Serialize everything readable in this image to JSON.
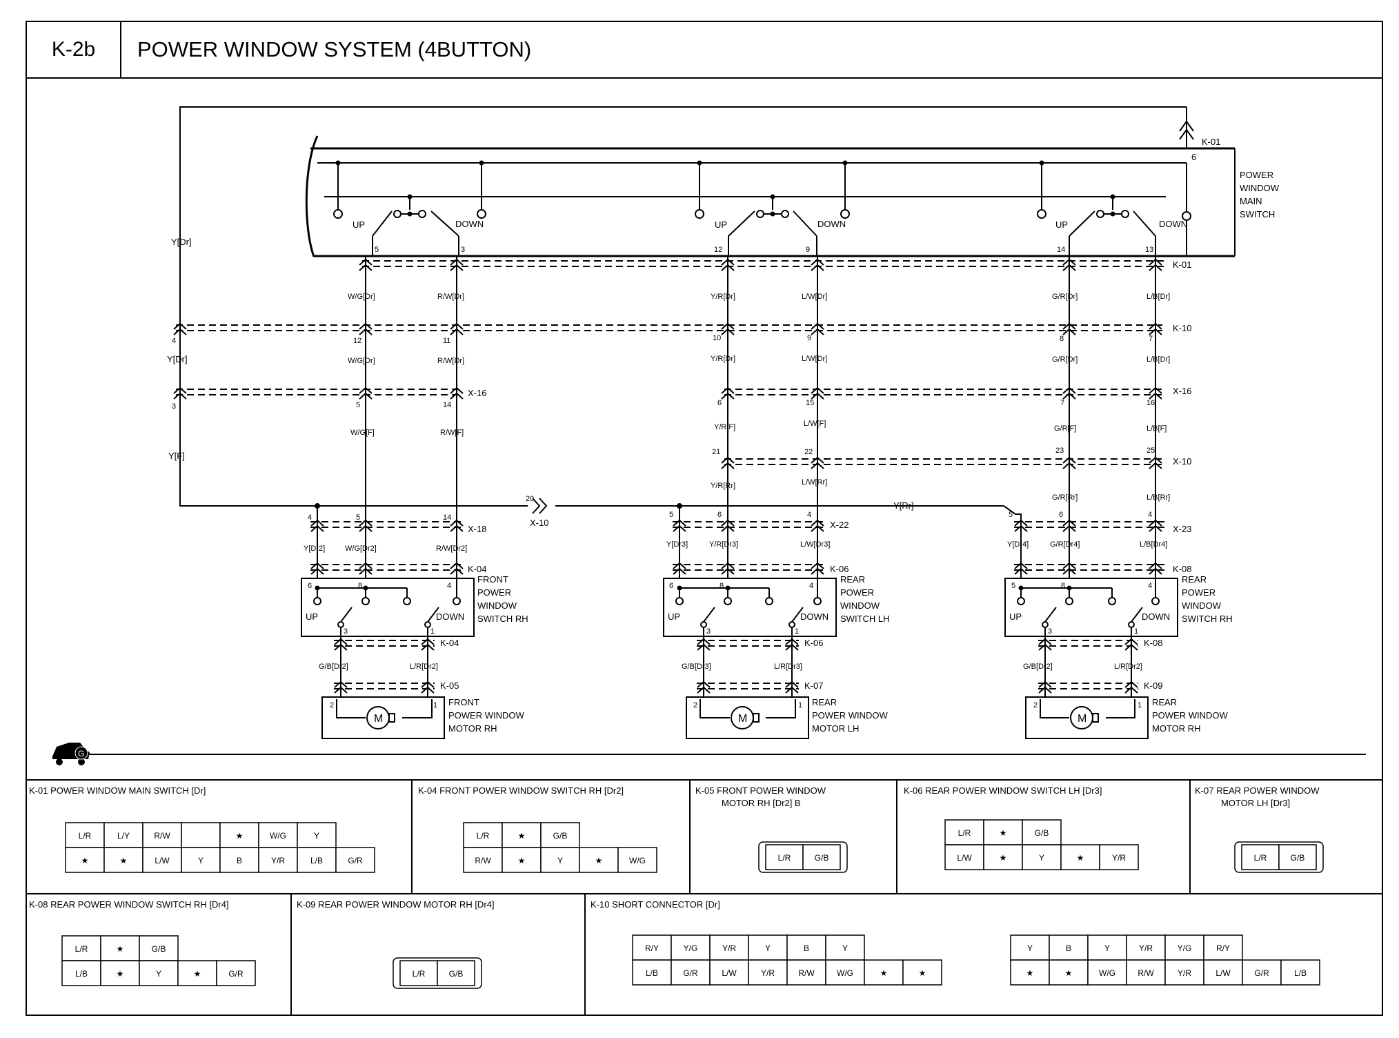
{
  "header": {
    "code": "K-2b",
    "title": "POWER WINDOW SYSTEM (4BUTTON)"
  },
  "main_switch": {
    "name": [
      "POWER",
      "WINDOW",
      "MAIN",
      "SWITCH"
    ],
    "connector": "K-01",
    "top_pin": "6",
    "up_label": "UP",
    "down_label": "DOWN",
    "groups": [
      {
        "up_pin": "5",
        "down_pin": "3"
      },
      {
        "up_pin": "12",
        "down_pin": "9"
      },
      {
        "up_pin": "14",
        "down_pin": "13"
      }
    ]
  },
  "connectors": {
    "k01": "K-01",
    "k10": "K-10",
    "x16": "X-16",
    "x10": "X-10",
    "x18": "X-18",
    "x22": "X-22",
    "x23": "X-23",
    "pin20": "20"
  },
  "wires": {
    "left_y_dr1": "Y[Dr]",
    "left_y_dr2": "Y[Dr]",
    "left_yf": "Y[F]",
    "y_rr": "Y[Rr]",
    "left_pin_k10": "4",
    "left_pin_x16": "3",
    "col1": {
      "k01_label_a": "W/G[Dr]",
      "k01_label_b": "R/W[Dr]",
      "k10_pin_a": "12",
      "k10_pin_b": "11",
      "k10_label_a": "W/G[Dr]",
      "k10_label_b": "R/W[Dr]",
      "x16_pin_a": "5",
      "x16_pin_b": "14",
      "x16_label_a": "W/G[F]",
      "x16_label_b": "R/W[F]"
    },
    "col2": {
      "k01_label_a": "Y/R[Dr]",
      "k01_label_b": "L/W[Dr]",
      "k10_pin_a": "10",
      "k10_pin_b": "9",
      "k10_label_a": "Y/R[Dr]",
      "k10_label_b": "L/W[Dr]",
      "x16_pin_a": "6",
      "x16_pin_b": "15",
      "x16_label_a": "Y/R[F]",
      "x16_label_b": "L/W[F]",
      "x10_pin_a": "21",
      "x10_pin_b": "22",
      "x10_label_a": "Y/R[Rr]",
      "x10_label_b": "L/W[Rr]"
    },
    "col3": {
      "k01_label_a": "G/R[Dr]",
      "k01_label_b": "L/B[Dr]",
      "k10_pin_a": "8",
      "k10_pin_b": "7",
      "k10_label_a": "G/R[Dr]",
      "k10_label_b": "L/B[Dr]",
      "x16_pin_a": "7",
      "x16_pin_b": "16",
      "x16_label_a": "G/R[F]",
      "x16_label_b": "L/B[F]",
      "x10_pin_a": "23",
      "x10_pin_b": "25",
      "x10_label_a": "G/R[Rr]",
      "x10_label_b": "L/B[Rr]"
    }
  },
  "sub_circuits": [
    {
      "junction": "X-18",
      "jpins": [
        "4",
        "5",
        "14"
      ],
      "jlabels": [
        "Y[Dr2]",
        "W/G[Dr2]",
        "R/W[Dr2]"
      ],
      "sw_conn": "K-04",
      "sw_pins": [
        "6",
        "8",
        "4"
      ],
      "sw_name": [
        "FRONT",
        "POWER",
        "WINDOW",
        "SWITCH RH"
      ],
      "sw_out_pins": [
        "3",
        "1"
      ],
      "sw_out_conn": "K-04",
      "out_labels": [
        "G/B[Dr2]",
        "L/R[Dr2]"
      ],
      "motor_conn": "K-05",
      "motor_pins": [
        "2",
        "1"
      ],
      "motor_name": [
        "FRONT",
        "POWER WINDOW",
        "MOTOR RH"
      ]
    },
    {
      "junction": "X-22",
      "jpins": [
        "5",
        "6",
        "4"
      ],
      "jlabels": [
        "Y[Dr3]",
        "Y/R[Dr3]",
        "L/W[Dr3]"
      ],
      "sw_conn": "K-06",
      "sw_pins": [
        "6",
        "8",
        "4"
      ],
      "sw_name": [
        "REAR",
        "POWER",
        "WINDOW",
        "SWITCH LH"
      ],
      "sw_out_pins": [
        "3",
        "1"
      ],
      "sw_out_conn": "K-06",
      "out_labels": [
        "G/B[Dr3]",
        "L/R[Dr3]"
      ],
      "motor_conn": "K-07",
      "motor_pins": [
        "2",
        "1"
      ],
      "motor_name": [
        "REAR",
        "POWER WINDOW",
        "MOTOR LH"
      ]
    },
    {
      "junction": "X-23",
      "jpins": [
        "5",
        "6",
        "4"
      ],
      "jlabels": [
        "Y[Dr4]",
        "G/R[Dr4]",
        "L/B[Dr4]"
      ],
      "sw_conn": "K-08",
      "sw_pins": [
        "5",
        "8",
        "4"
      ],
      "sw_name": [
        "REAR",
        "POWER",
        "WINDOW",
        "SWITCH RH"
      ],
      "sw_out_pins": [
        "3",
        "1"
      ],
      "sw_out_conn": "K-08",
      "out_labels": [
        "G/B[Dr2]",
        "L/R[Dr2]"
      ],
      "motor_conn": "K-09",
      "motor_pins": [
        "2",
        "1"
      ],
      "motor_name": [
        "REAR",
        "POWER WINDOW",
        "MOTOR RH"
      ]
    }
  ],
  "motor_symbol": "M",
  "ground_symbol": "G",
  "connector_views": {
    "k01": {
      "title": "K-01 POWER WINDOW MAIN SWITCH [Dr]",
      "row1": [
        "L/R",
        "L/Y",
        "R/W",
        "",
        "★",
        "W/G",
        "Y"
      ],
      "row2": [
        "★",
        "★",
        "L/W",
        "Y",
        "B",
        "Y/R",
        "L/B",
        "G/R"
      ]
    },
    "k04": {
      "title": "K-04 FRONT POWER WINDOW SWITCH RH [Dr2]",
      "row1": [
        "L/R",
        "★",
        "G/B"
      ],
      "row2": [
        "R/W",
        "★",
        "Y",
        "★",
        "W/G"
      ]
    },
    "k05": {
      "title": [
        "K-05 FRONT POWER WINDOW",
        "MOTOR RH [Dr2] B"
      ],
      "cells": [
        "L/R",
        "G/B"
      ]
    },
    "k06": {
      "title": "K-06 REAR POWER WINDOW SWITCH LH [Dr3]",
      "row1": [
        "L/R",
        "★",
        "G/B"
      ],
      "row2": [
        "L/W",
        "★",
        "Y",
        "★",
        "Y/R"
      ]
    },
    "k07": {
      "title": [
        "K-07 REAR POWER WINDOW",
        "MOTOR LH [Dr3]"
      ],
      "cells": [
        "L/R",
        "G/B"
      ]
    },
    "k08": {
      "title": "K-08 REAR POWER WINDOW SWITCH RH [Dr4]",
      "row1": [
        "L/R",
        "★",
        "G/B"
      ],
      "row2": [
        "L/B",
        "★",
        "Y",
        "★",
        "G/R"
      ]
    },
    "k09": {
      "title": "K-09 REAR POWER WINDOW MOTOR RH [Dr4]",
      "cells": [
        "L/R",
        "G/B"
      ]
    },
    "k10": {
      "title": "K-10 SHORT CONNECTOR [Dr]",
      "left_row1": [
        "R/Y",
        "Y/G",
        "Y/R",
        "Y",
        "B",
        "Y"
      ],
      "left_row2": [
        "L/B",
        "G/R",
        "L/W",
        "Y/R",
        "R/W",
        "W/G",
        "★",
        "★"
      ],
      "right_row1": [
        "Y",
        "B",
        "Y",
        "Y/R",
        "Y/G",
        "R/Y"
      ],
      "right_row2": [
        "★",
        "★",
        "W/G",
        "R/W",
        "Y/R",
        "L/W",
        "G/R",
        "L/B"
      ]
    }
  }
}
